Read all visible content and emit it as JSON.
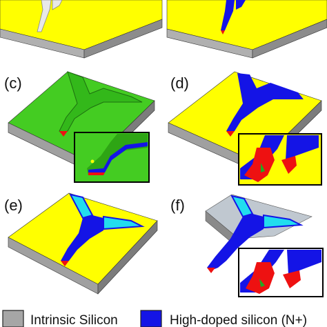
{
  "panels": [
    {
      "label": "(c)"
    },
    {
      "label": "(d)"
    },
    {
      "label": "(e)"
    },
    {
      "label": "(f)"
    }
  ],
  "legend": {
    "items": [
      {
        "label": "Intrinsic Silicon",
        "color": "#a6a6a6"
      },
      {
        "label": "High-doped silicon (N+)",
        "color": "#1414e6"
      }
    ]
  },
  "colors": {
    "intrinsic_silicon": "#a6a6a6",
    "high_doped_silicon": "#1414e6",
    "yellow_layer": "#ffff00",
    "green_layer": "#44cc22",
    "cyan_layer": "#22ddee",
    "red_layer": "#ee1111"
  }
}
